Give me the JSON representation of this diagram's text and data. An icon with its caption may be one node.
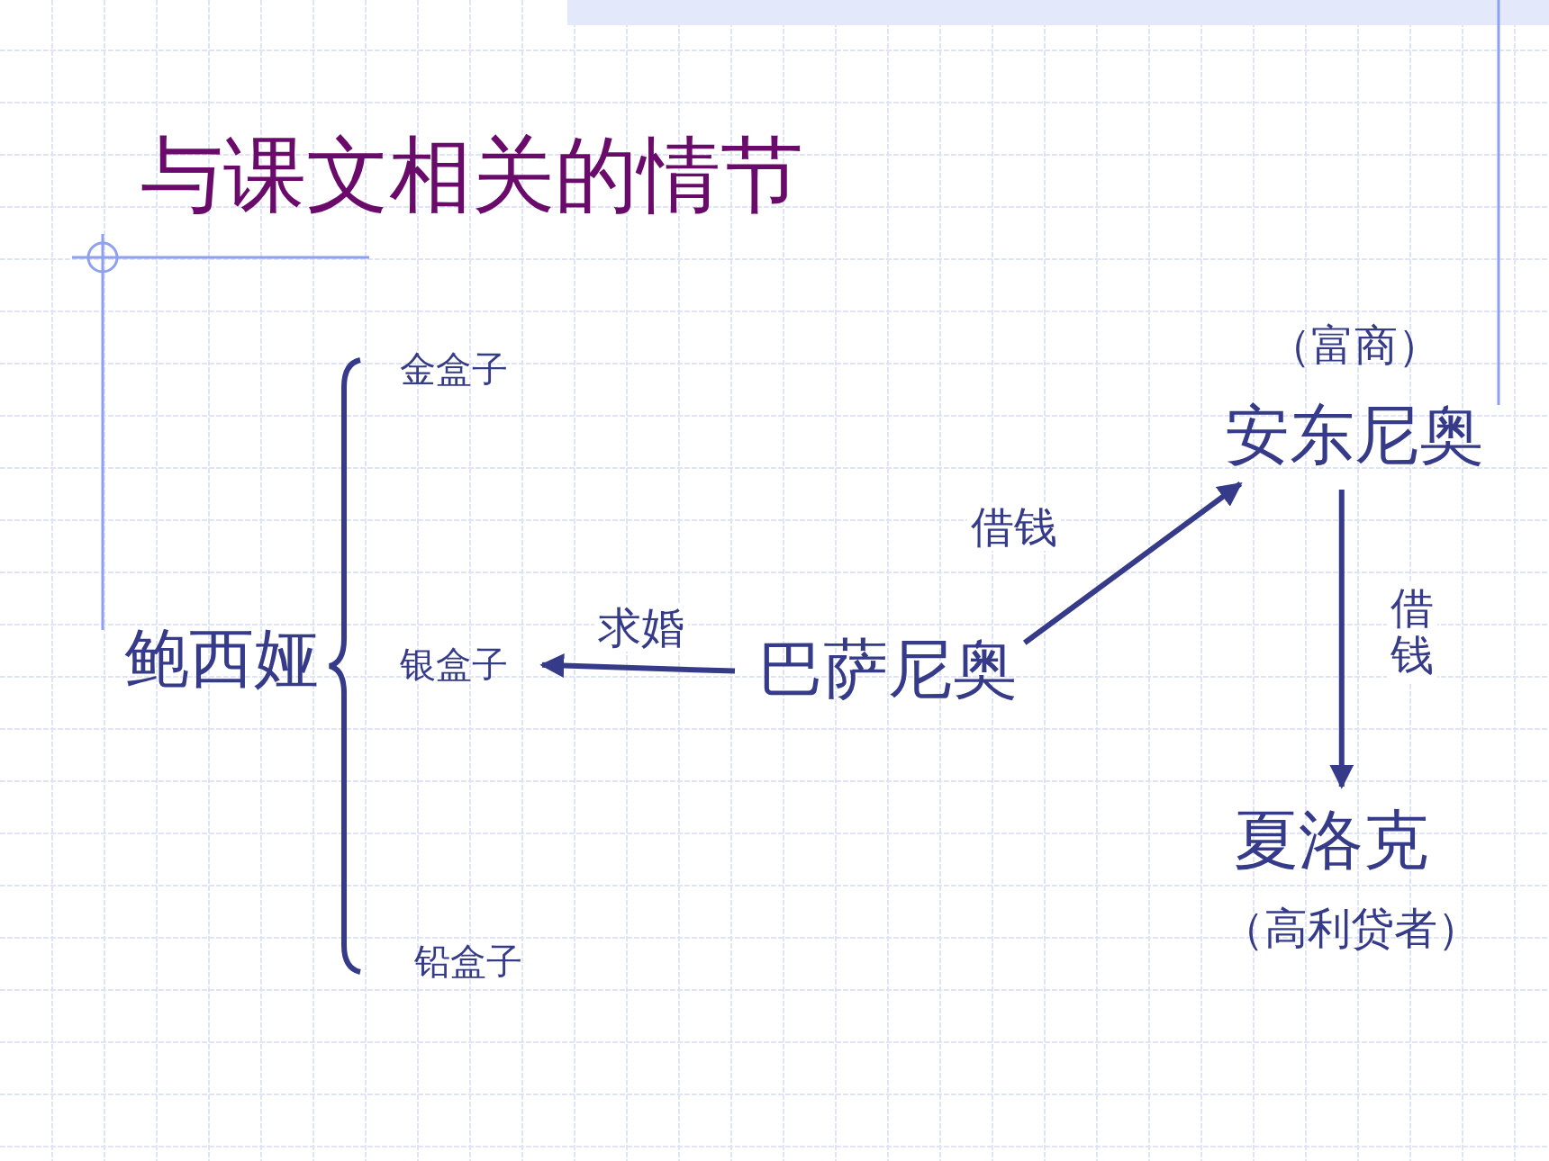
{
  "diagram": {
    "title": "与课文相关的情节",
    "nodes": [
      {
        "text": [
          "鲍西娅"
        ]
      },
      {
        "text": [
          "金盒子"
        ]
      },
      {
        "text": [
          "银盒子"
        ]
      },
      {
        "text": [
          "铅盒子"
        ]
      },
      {
        "text": [
          "巴萨尼奥"
        ]
      },
      {
        "text": [
          "安东尼奥"
        ],
        "beside": [
          "（富商）"
        ]
      },
      {
        "text": [
          "夏洛克"
        ],
        "beside": [
          "（高利贷者）"
        ]
      }
    ],
    "edges": [
      {
        "from": 4,
        "to": 2,
        "arrow": "to",
        "label": "求婚"
      },
      {
        "from": 4,
        "to": 5,
        "arrow": "to",
        "label": "借钱"
      },
      {
        "from": 5,
        "to": 6,
        "arrow": "to",
        "label": "借钱"
      }
    ]
  }
}
